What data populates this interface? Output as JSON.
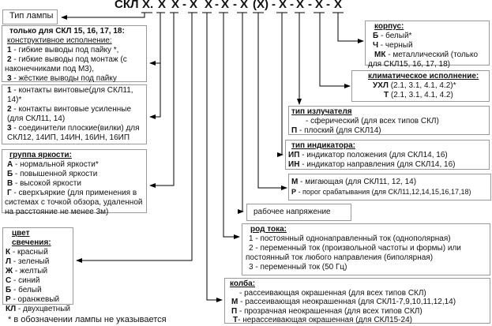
{
  "code": {
    "prefix": "СКЛ",
    "parts": [
      "X.",
      "X",
      "X",
      "-",
      "X",
      "X",
      "-",
      "X",
      "-",
      "X",
      "(X)",
      "-",
      "X",
      "-",
      "X",
      "-",
      "X",
      "-",
      "X"
    ]
  },
  "lamp_type": "Тип лампы",
  "construction": {
    "title": "только для СКЛ 15, 16, 17, 18:",
    "heading": "конструктивное исполнение:",
    "items": [
      {
        "k": "1",
        "v": " - гибкие выводы под пайку *,"
      },
      {
        "k": "2",
        "v": " - гибкие выводы под монтаж (с наконечниками под М3),"
      },
      {
        "k": "3",
        "v": " - жёсткие выводы под пайку"
      }
    ]
  },
  "contacts": {
    "items": [
      {
        "k": "1",
        "v": " - контакты винтовые(для СКЛ11, 14)*"
      },
      {
        "k": "2",
        "v": " - контакты винтовые усиленные (для СКЛ11, 14)"
      },
      {
        "k": "3",
        "v": " - соединители плоские(вилки) для СКЛ12, 14ИП, 14ИН, 16ИН, 16ИП"
      }
    ]
  },
  "brightness": {
    "heading": "группа яркости:",
    "items": [
      {
        "k": "А",
        "v": " - нормальной яркости*"
      },
      {
        "k": "Б",
        "v": " - повышенной яркости"
      },
      {
        "k": "В",
        "v": " - высокой яркости"
      },
      {
        "k": "Г",
        "v": " - сверхъяркие (для применения в системах с точкой обзора, удаленной на расстояние не менее 3м)"
      }
    ]
  },
  "color": {
    "heading": "цвет свечения:",
    "items": [
      {
        "k": "К",
        "v": " - красный"
      },
      {
        "k": "Л",
        "v": " - зеленый"
      },
      {
        "k": "Ж",
        "v": " - желтый"
      },
      {
        "k": "С",
        "v": " - синий"
      },
      {
        "k": "Б",
        "v": " - белый"
      },
      {
        "k": "Р",
        "v": " - оранжевый"
      },
      {
        "k": "КЛ",
        "v": " - двухцветный"
      }
    ]
  },
  "footnote": "* в обозначении лампы не указывается",
  "housing": {
    "heading": "корпус:",
    "items": [
      {
        "k": "Б",
        "v": " - белый*"
      },
      {
        "k": "Ч",
        "v": " - черный"
      },
      {
        "k": "МК",
        "v": " - металлический (только для СКЛ15, 16, 17, 18)"
      }
    ]
  },
  "climate": {
    "heading": "климатическое исполнение:",
    "items": [
      {
        "k": "УХЛ",
        "v": " (2.1, 3.1, 4.1, 4.2)*"
      },
      {
        "k": "Т",
        "v": " (2.1, 3.1, 4.1, 4.2)"
      }
    ]
  },
  "emitter": {
    "heading": "тип излучателя",
    "items": [
      {
        "k": "",
        "v": "- сферический (для всех типов СКЛ)"
      },
      {
        "k": "П",
        "v": " - плоский (для СКЛ14)"
      }
    ]
  },
  "indicator": {
    "heading": "тип индикатора:",
    "items": [
      {
        "k": "ИП",
        "v": " - индикатор положения (для СКЛ14, 16)"
      },
      {
        "k": "ИН",
        "v": " - индикатор направления (для СКЛ14, 16)"
      }
    ]
  },
  "mode": {
    "items": [
      {
        "k": "М",
        "v": " - мигающая (для СКЛ11, 12, 14)"
      },
      {
        "k": "Р",
        "v": " - порог срабатывания (для СКЛ11,12,14,15,16,17,18)"
      }
    ]
  },
  "voltage": "рабочее напряжение",
  "current": {
    "heading": "род тока:",
    "items": [
      {
        "k": "1",
        "v": "  - постоянный однонаправленный ток (однополярная)"
      },
      {
        "k": "2",
        "v": " - переменный ток (произвольной частоты и формы) или постоянный ток любого направления (биполярная)"
      },
      {
        "k": "3",
        "v": " - переменный ток (50 Гц)"
      }
    ]
  },
  "bulb": {
    "heading": "колба:",
    "items": [
      {
        "k": "",
        "v": "- рассеивающая окрашенная (для всех типов СКЛ)"
      },
      {
        "k": "М",
        "v": " - рассеивающая неокрашенная (для СКЛ1-7,9,10,11,12,14)"
      },
      {
        "k": "П",
        "v": " - прозрачная неокрашенная (для всех типов СКЛ)"
      },
      {
        "k": "Т",
        "v": "- нерассеивающая окрашенная (для СКЛ15-24)"
      }
    ]
  }
}
